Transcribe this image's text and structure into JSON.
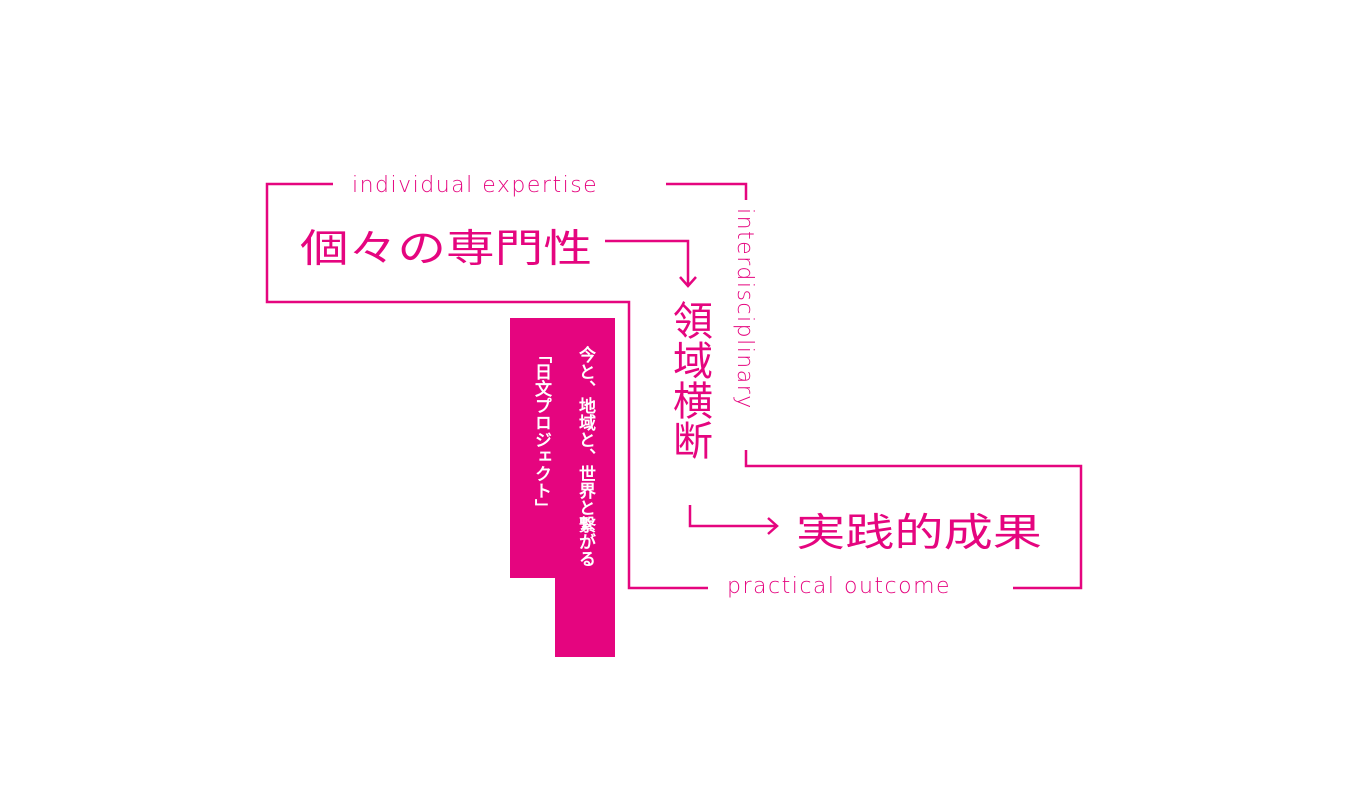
{
  "colors": {
    "accent": "#e5057f",
    "background": "#ffffff",
    "tag_text": "#ffffff"
  },
  "labels": {
    "individual_expertise": "individual expertise",
    "interdisciplinary": "interdisciplinary",
    "practical_outcome": "practical outcome"
  },
  "terms": {
    "specialty": "個々の専門性",
    "cross_domain": "領域横断",
    "practical_result": "実践的成果"
  },
  "tagline": {
    "line1": "今と、地域と、世界と繋がる",
    "line2": "「日文プロジェクト」"
  }
}
